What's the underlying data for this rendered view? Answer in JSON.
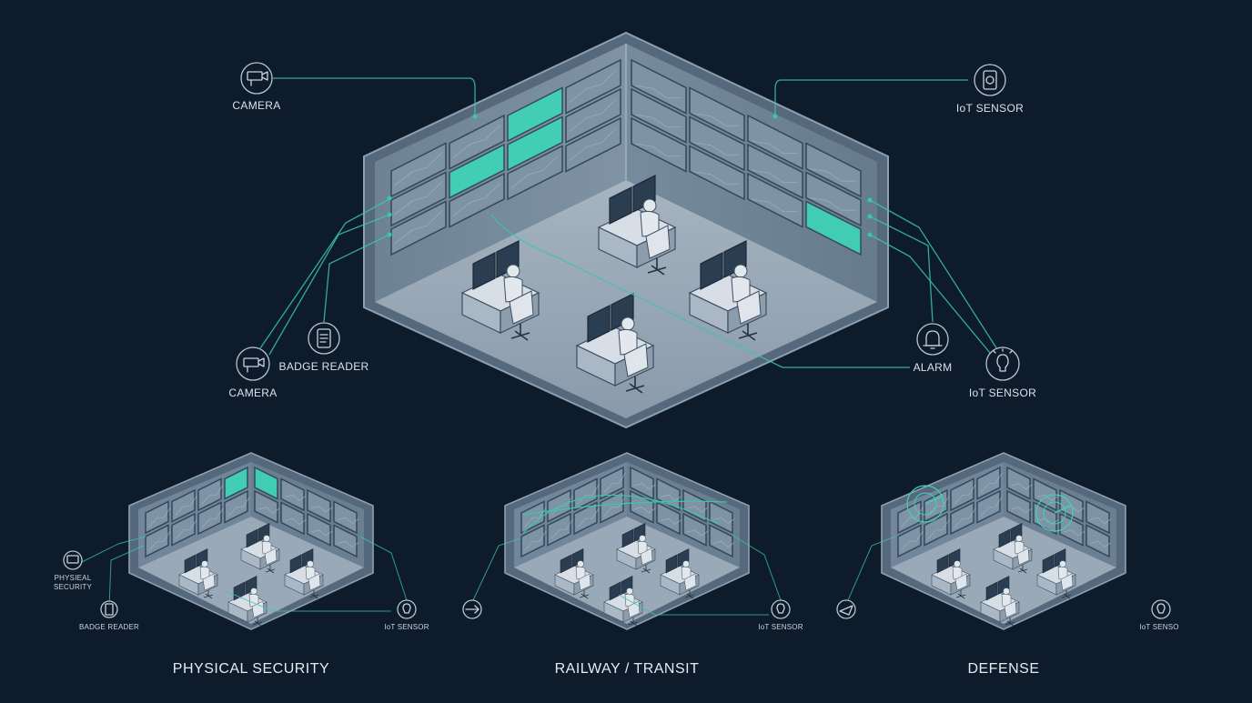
{
  "diagram": {
    "main_labels": {
      "camera_top": "CAMERA",
      "camera_bottom": "CAMERA",
      "badge_reader": "BADGE READER",
      "iot_sensor_top": "IoT SENSOR",
      "alarm": "ALARM",
      "iot_sensor_bottom": "IoT SENSOR"
    },
    "panels": [
      {
        "title": "PHYSICAL SECURITY",
        "label_a1": "PHYSIEAL",
        "label_a2": "SECURITY",
        "label_b": "BADGE READER",
        "label_c": "IoT SENSOR"
      },
      {
        "title": "RAILWAY / TRANSIT",
        "label_c": "IoT SENSOR"
      },
      {
        "title": "DEFENSE",
        "label_c": "IoT SENSO"
      }
    ],
    "colors": {
      "background": "#0d1b2a",
      "accent": "#38c7ad",
      "room": "#5c7184"
    },
    "icons": [
      "camera-icon",
      "badge-reader-icon",
      "iot-sensor-icon",
      "alarm-icon",
      "lightbulb-sensor-icon",
      "monitor-icon",
      "train-icon",
      "radar-icon"
    ]
  }
}
